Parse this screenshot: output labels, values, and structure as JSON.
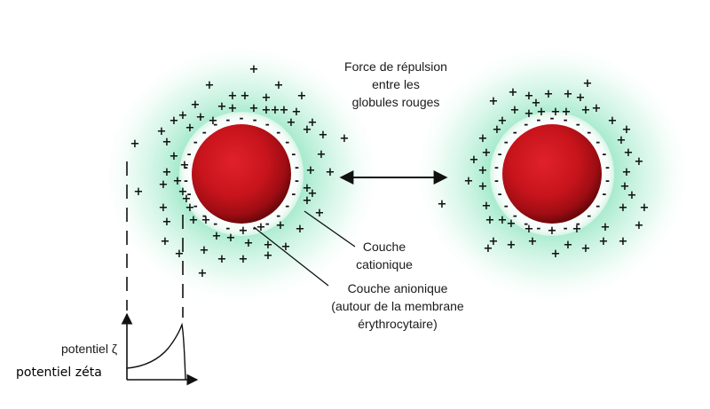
{
  "labels": {
    "repulsion_line1": "Force de répulsion",
    "repulsion_line2": "entre les",
    "repulsion_line3": "globules rouges",
    "cationic_line1": "Couche",
    "cationic_line2": "cationique",
    "anionic_line1": "Couche anionique",
    "anionic_line2": "(autour de la membrane",
    "anionic_line3": "érythrocytaire)",
    "potential_symbol": "potentiel ζ",
    "potential_name": "potentiel zéta"
  },
  "symbols": {
    "cation": "+",
    "anion": "-"
  },
  "colors": {
    "cell_red": "#c8141c",
    "cell_dark": "#7a0a0e",
    "halo_green": "#7be0b4",
    "membrane_white": "#ffffff"
  }
}
